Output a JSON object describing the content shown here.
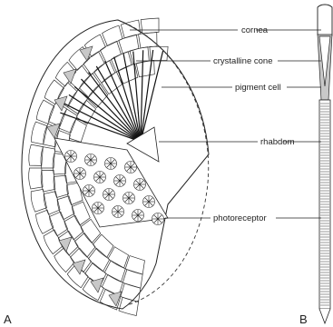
{
  "labels": {
    "cornea": "cornea",
    "crystalline_cone": "crystalline cone",
    "pigment_cell": "pigment cell",
    "rhabdom": "rhabdom",
    "photoreceptor": "photoreceptor"
  },
  "panels": {
    "a": "A",
    "b": "B"
  },
  "colors": {
    "line": "#222222",
    "pigment": "#c8c8c8",
    "background": "#ffffff"
  }
}
